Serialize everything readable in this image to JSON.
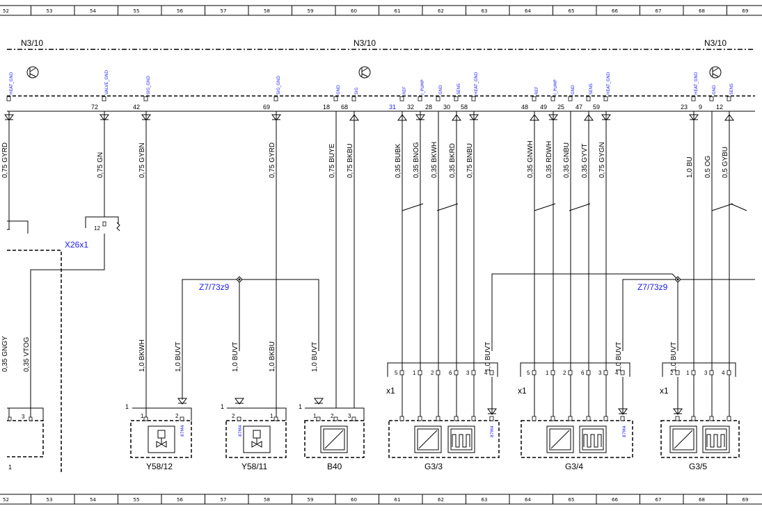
{
  "grid": [
    "52",
    "53",
    "54",
    "55",
    "56",
    "57",
    "58",
    "59",
    "60",
    "61",
    "62",
    "63",
    "64",
    "65",
    "66",
    "67",
    "68",
    "69"
  ],
  "ecu": {
    "titles": [
      "N3/10",
      "N3/10",
      "N3/10"
    ]
  },
  "pins": [
    {
      "label": "HEAT_GND",
      "num": ""
    },
    {
      "label": "VALVE_GND",
      "num": "72"
    },
    {
      "label": "SIG_GND",
      "num": "42"
    },
    {
      "label": "SIG_GND",
      "num": "69"
    },
    {
      "label": "GND",
      "num": "18"
    },
    {
      "label": "SIG",
      "num": "68"
    },
    {
      "label": "REF",
      "num": "31"
    },
    {
      "label": "I_PUMP",
      "num": "32"
    },
    {
      "label": "GND",
      "num": "28"
    },
    {
      "label": "SENS",
      "num": "30"
    },
    {
      "label": "HEAT_GND",
      "num": "58"
    },
    {
      "label": "REF",
      "num": "48"
    },
    {
      "label": "I_PUMP",
      "num": "49"
    },
    {
      "label": "GND",
      "num": "25"
    },
    {
      "label": "SENS",
      "num": "47"
    },
    {
      "label": "HEAT_GND",
      "num": "59"
    },
    {
      "label": "HEAT_GND",
      "num": "23"
    },
    {
      "label": "GND",
      "num": "9"
    },
    {
      "label": "SENS",
      "num": "12"
    }
  ],
  "wires": {
    "upper": [
      "0,75 GYRD",
      "0,75 GN",
      "0,75 GYBN",
      "0,75 GYRD",
      "0,75 BUYE",
      "0,75 BKBU",
      "0,35 BUBK",
      "0,35 BNOG",
      "0,35 BKWH",
      "0,35 BKRD",
      "0,75 BNBU",
      "0,35 GNWH",
      "0,35 RDWH",
      "0,35 GNBU",
      "0,35 GYVT",
      "0,75 GYGN",
      "1,0 BU",
      "0,5 OG",
      "0,5 GYBU"
    ],
    "lower": [
      "0,35 GNGY",
      "0,35 VTOG",
      "1,0 BKWH",
      "1,0 BUVT",
      "1,0 BUVT",
      "1,0 BKBU",
      "1,0 BUVT",
      "1,0 BUVT",
      "1,0 BUVT",
      "1,0 BUVT"
    ]
  },
  "connectors": {
    "x26": "X26x1",
    "x12": "12",
    "x1": [
      "x1",
      "x1",
      "x1"
    ]
  },
  "splices": [
    "Z7/73z9",
    "Z7/73z9"
  ],
  "components": [
    "Y58/12",
    "Y58/11",
    "B40",
    "G3/3",
    "G3/4",
    "G3/5"
  ],
  "ref": "87M4",
  "conn_pins": {
    "g33": [
      "5",
      "1",
      "2",
      "6",
      "3",
      "4"
    ],
    "g34": [
      "5",
      "1",
      "2",
      "6",
      "3",
      "4"
    ],
    "g35": [
      "2",
      "1",
      "3",
      "4"
    ],
    "y5812": [
      "1",
      "2"
    ],
    "y5811": [
      "2",
      "1"
    ],
    "b40": [
      "1",
      "2",
      "3"
    ],
    "left": [
      "3"
    ]
  },
  "misc": {
    "one": "1"
  }
}
